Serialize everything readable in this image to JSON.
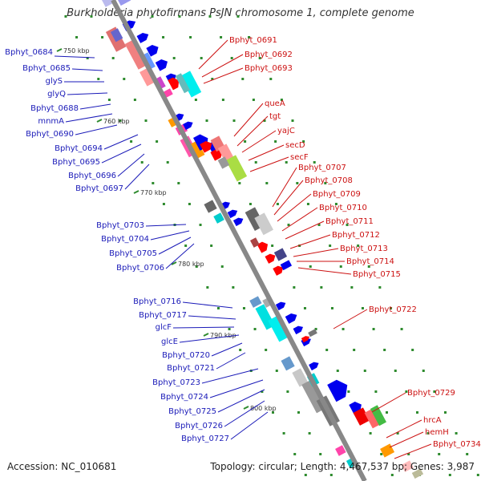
{
  "title": "Burkholderia phytofirmans PsJN chromosome 1, complete genome",
  "footer": {
    "accession": "Accession: NC_010681",
    "topology": "Topology: circular; Length: 4,467,537 bp; Genes: 3,987"
  },
  "colors": {
    "backbone": "#888888",
    "left_labels": "#1a1ab8",
    "right_labels": "#cc1111",
    "tick": "#2e8b2e"
  },
  "scale_labels": [
    "750 kbp",
    "760 kbp",
    "770 kbp",
    "780 kbp",
    "790 kbp",
    "800 kbp"
  ],
  "left_genes": [
    "Bphyt_0684",
    "Bphyt_0685",
    "glyS",
    "glyQ",
    "Bphyt_0688",
    "mnmA",
    "Bphyt_0690",
    "Bphyt_0694",
    "Bphyt_0695",
    "Bphyt_0696",
    "Bphyt_0697",
    "Bphyt_0703",
    "Bphyt_0704",
    "Bphyt_0705",
    "Bphyt_0706",
    "Bphyt_0716",
    "Bphyt_0717",
    "glcF",
    "glcE",
    "Bphyt_0720",
    "Bphyt_0721",
    "Bphyt_0723",
    "Bphyt_0724",
    "Bphyt_0725",
    "Bphyt_0726",
    "Bphyt_0727"
  ],
  "right_genes": [
    "Bphyt_0691",
    "Bphyt_0692",
    "Bphyt_0693",
    "queA",
    "tgt",
    "yajC",
    "secD",
    "secF",
    "Bphyt_0707",
    "Bphyt_0708",
    "Bphyt_0709",
    "Bphyt_0710",
    "Bphyt_0711",
    "Bphyt_0712",
    "Bphyt_0713",
    "Bphyt_0714",
    "Bphyt_0715",
    "Bphyt_0722",
    "Bphyt_0729",
    "hrcA",
    "hemH",
    "Bphyt_0734"
  ]
}
